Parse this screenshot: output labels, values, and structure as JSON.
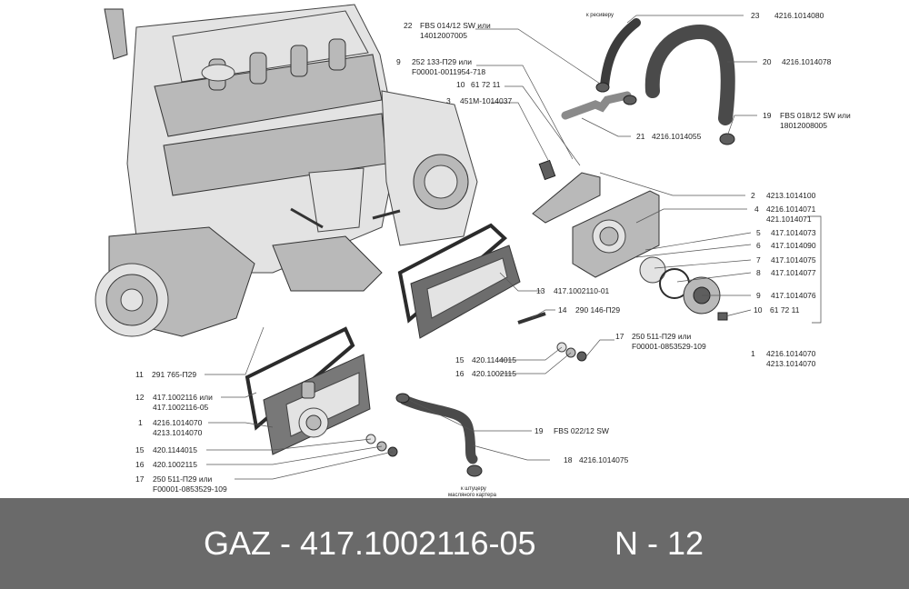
{
  "callouts": [
    {
      "num": "22",
      "lines": [
        "FBS 014/12 SW или",
        "14012007005"
      ]
    },
    {
      "num": "9",
      "lines": [
        "252 133-П29 или",
        "F00001-0011954-718"
      ]
    },
    {
      "num": "10",
      "lines": [
        "61 72 11"
      ]
    },
    {
      "num": "3",
      "lines": [
        "451M-1014037"
      ]
    },
    {
      "num": "23",
      "lines": [
        "4216.1014080"
      ]
    },
    {
      "num": "20",
      "lines": [
        "4216.1014078"
      ]
    },
    {
      "num": "19",
      "lines": [
        "FBS 018/12 SW или",
        "18012008005"
      ]
    },
    {
      "num": "21",
      "lines": [
        "4216.1014055"
      ]
    },
    {
      "num": "2",
      "lines": [
        "4213.1014100"
      ]
    },
    {
      "num": "4",
      "lines": [
        "4216.1014071",
        "421.1014071"
      ]
    },
    {
      "num": "5",
      "lines": [
        "417.1014073"
      ]
    },
    {
      "num": "6",
      "lines": [
        "417.1014090"
      ]
    },
    {
      "num": "7",
      "lines": [
        "417.1014075"
      ]
    },
    {
      "num": "8",
      "lines": [
        "417.1014077"
      ]
    },
    {
      "num": "9",
      "lines": [
        "417.1014076"
      ]
    },
    {
      "num": "10",
      "lines": [
        "61 72 11"
      ]
    },
    {
      "num": "1",
      "lines": [
        "4216.1014070",
        "4213.1014070"
      ]
    },
    {
      "num": "13",
      "lines": [
        "417.1002110-01"
      ]
    },
    {
      "num": "14",
      "lines": [
        "290 146-П29"
      ]
    },
    {
      "num": "17",
      "lines": [
        "250 511-П29 или",
        "F00001-0853529-109"
      ]
    },
    {
      "num": "15",
      "lines": [
        "420.1144015"
      ]
    },
    {
      "num": "16",
      "lines": [
        "420.1002115"
      ]
    },
    {
      "num": "11",
      "lines": [
        "291 765-П29"
      ]
    },
    {
      "num": "12",
      "lines": [
        "417.1002116 или",
        "417.1002116-05"
      ]
    },
    {
      "num": "1",
      "lines": [
        "4216.1014070",
        "4213.1014070"
      ]
    },
    {
      "num": "15",
      "lines": [
        "420.1144015"
      ]
    },
    {
      "num": "16",
      "lines": [
        "420.1002115"
      ]
    },
    {
      "num": "17",
      "lines": [
        "250 511-П29 или",
        "F00001-0853529-109"
      ]
    },
    {
      "num": "19",
      "lines": [
        "FBS 022/12 SW"
      ]
    },
    {
      "num": "18",
      "lines": [
        "4216.1014075"
      ]
    }
  ],
  "notes": {
    "to_receiver": "к ресиверу",
    "to_sump_1": "к штуцеру",
    "to_sump_2": "масляного картера"
  },
  "footer": {
    "part_code": "GAZ - 417.1002116-05",
    "position": "N - 12"
  }
}
